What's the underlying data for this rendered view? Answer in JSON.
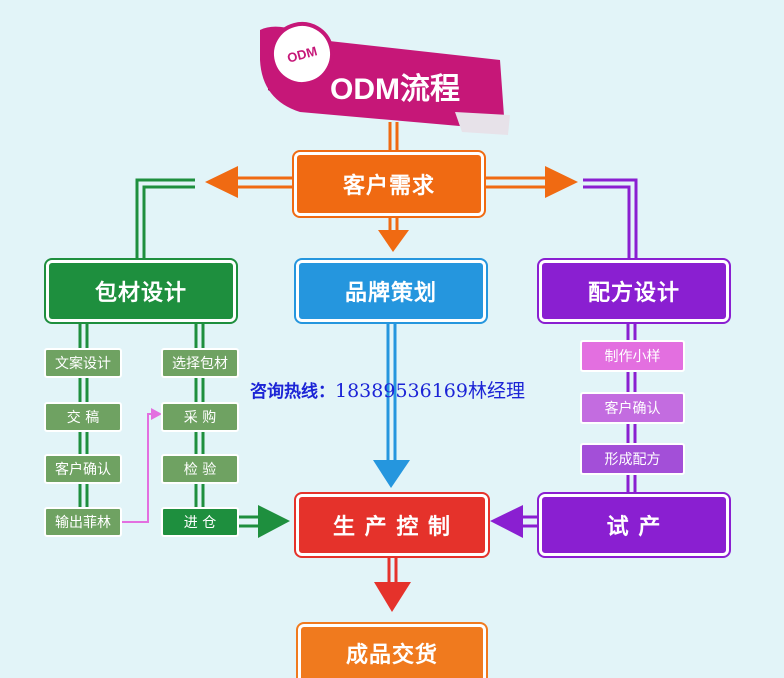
{
  "banner": {
    "circle_text": "ODM",
    "title": "ODM流程"
  },
  "nodes": {
    "customer_demand": "客户需求",
    "packaging_design": "包材设计",
    "brand_planning": "品牌策划",
    "formula_design": "配方设计",
    "production_control": "生 产 控 制",
    "trial_production": "试 产",
    "finished_delivery": "成品交货"
  },
  "packaging_left": [
    "文案设计",
    "交 稿",
    "客户确认",
    "输出菲林"
  ],
  "packaging_right": [
    "选择包材",
    "采 购",
    "检 验",
    "进 仓"
  ],
  "formula_steps": [
    "制作小样",
    "客户确认",
    "形成配方"
  ],
  "hotline": {
    "label": "咨询热线：",
    "number": "18389536169林经理"
  },
  "colors": {
    "orange": "#f06a12",
    "green": "#1e8f3e",
    "blue": "#2596de",
    "purple": "#8a1fd1",
    "red": "#e5322b",
    "magenta": "#c61778"
  }
}
